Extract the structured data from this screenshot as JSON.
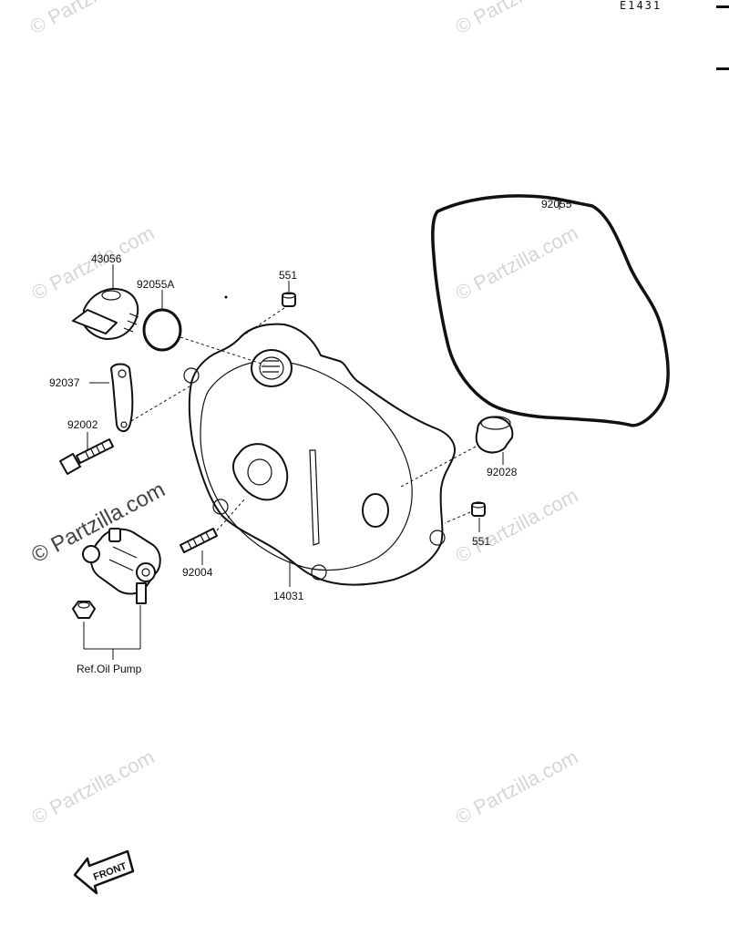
{
  "diagram_code": "E1431",
  "watermark_text": "© Partzilla.com",
  "colors": {
    "ink": "#111111",
    "watermark": "#d6d6d6",
    "background": "#ffffff"
  },
  "parts": {
    "oil_filler_cap": "43056",
    "o_ring": "92055A",
    "dowel_pin_top": "551",
    "gasket": "92055",
    "clip": "92037",
    "bolt": "92002",
    "bushing": "92028",
    "stud": "92004",
    "clutch_cover": "14031",
    "dowel_pin_bottom": "551"
  },
  "reference": "Ref.Oil Pump",
  "front_arrow": "FRONT"
}
